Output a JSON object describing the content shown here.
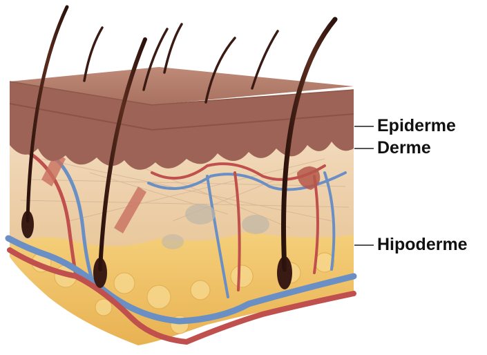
{
  "labels": {
    "epidermis": "Epiderme",
    "dermis": "Derme",
    "hypodermis": "Hipoderme"
  },
  "colors": {
    "epidermis": "#b57f6c",
    "dermis": "#eed2a9",
    "hypodermis": "#f1c56a",
    "artery": "#c0504d",
    "vein": "#6a8fc4",
    "hair": "#3a1b14",
    "leader_line": "#555555"
  }
}
